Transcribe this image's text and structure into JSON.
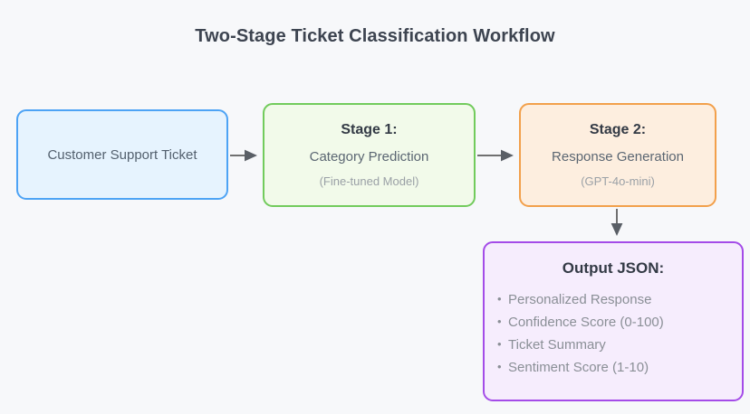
{
  "title": "Two-Stage Ticket Classification Workflow",
  "colors": {
    "background": "#f7f8fa",
    "title_text": "#3d4450",
    "input_border": "#4da3f5",
    "input_fill": "#e6f3fe",
    "stage1_border": "#72cb5c",
    "stage1_fill": "#f2faea",
    "stage2_border": "#f2a04b",
    "stage2_fill": "#fdeedf",
    "output_border": "#a44ce8",
    "output_fill": "#f6edfd",
    "arrow": "#707070"
  },
  "nodes": {
    "input": {
      "label": "Customer Support Ticket"
    },
    "stage1": {
      "heading": "Stage 1:",
      "subtitle": "Category Prediction",
      "note": "(Fine-tuned Model)"
    },
    "stage2": {
      "heading": "Stage 2:",
      "subtitle": "Response Generation",
      "note": "(GPT-4o-mini)"
    },
    "output": {
      "heading": "Output JSON:",
      "items": [
        "Personalized Response",
        "Confidence Score (0-100)",
        "Ticket Summary",
        "Sentiment Score (1-10)"
      ]
    }
  },
  "edges": [
    {
      "name": "input-to-stage1",
      "from": "input",
      "to": "stage1",
      "direction": "right"
    },
    {
      "name": "stage1-to-stage2",
      "from": "stage1",
      "to": "stage2",
      "direction": "right"
    },
    {
      "name": "stage2-to-output",
      "from": "stage2",
      "to": "output",
      "direction": "down"
    }
  ]
}
